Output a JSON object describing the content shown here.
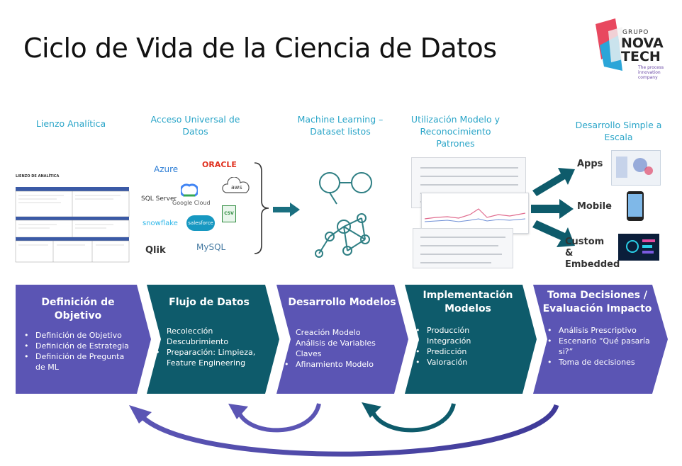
{
  "title": "Ciclo de Vida de la  Ciencia de Datos",
  "logo": {
    "grupo": "GRUPO",
    "nova": "NOVA",
    "tech": "TECH",
    "tagline": [
      "The process",
      "innovation",
      "company"
    ]
  },
  "stages": [
    {
      "label": "Lienzo Analítica"
    },
    {
      "label": "Acceso Universal de Datos"
    },
    {
      "label": "Machine Learning – Dataset listos"
    },
    {
      "label": "Utilización Modelo y Reconocimiento Patrones"
    },
    {
      "label": "Desarrollo Simple a Escala"
    }
  ],
  "canvas_doc": {
    "heading": "LIENZO DE ANALÍTICA"
  },
  "data_sources": [
    "Azure",
    "ORACLE",
    "SQL Server",
    "Google Cloud",
    "aws",
    "snowflake",
    "salesforce",
    "CSV",
    "Qlik",
    "MySQL"
  ],
  "outputs": [
    "Apps",
    "Mobile",
    "Custom & Embedded"
  ],
  "phases": [
    {
      "title": "Definición de Objetivo",
      "items": [
        "Definición de Objetivo",
        "Definición de Estrategia",
        "Definición de Pregunta de ML"
      ],
      "color": "#5b55b4"
    },
    {
      "title": "Flujo de Datos",
      "items": [
        "Recolección",
        "Descubrimiento",
        "Preparación: Limpieza, Feature Engineering"
      ],
      "color": "#0e5b6b"
    },
    {
      "title": "Desarrollo Modelos",
      "items": [
        "Creación Modelo",
        "Análisis de Variables Claves",
        "Afinamiento Modelo"
      ],
      "color": "#5b55b4"
    },
    {
      "title": "Implementación Modelos",
      "items": [
        "Producción",
        "Integración",
        "Predicción",
        "Valoración"
      ],
      "color": "#0e5b6b"
    },
    {
      "title": "Toma Decisiones / Evaluación Impacto",
      "items": [
        "Análisis Prescriptivo",
        "Escenario “Qué pasaría si?”",
        "Toma de decisiones"
      ],
      "color": "#5b55b4"
    }
  ],
  "colors": {
    "purple": "#5b55b4",
    "teal": "#0e5b6b",
    "label_blue": "#2aa5c8"
  }
}
